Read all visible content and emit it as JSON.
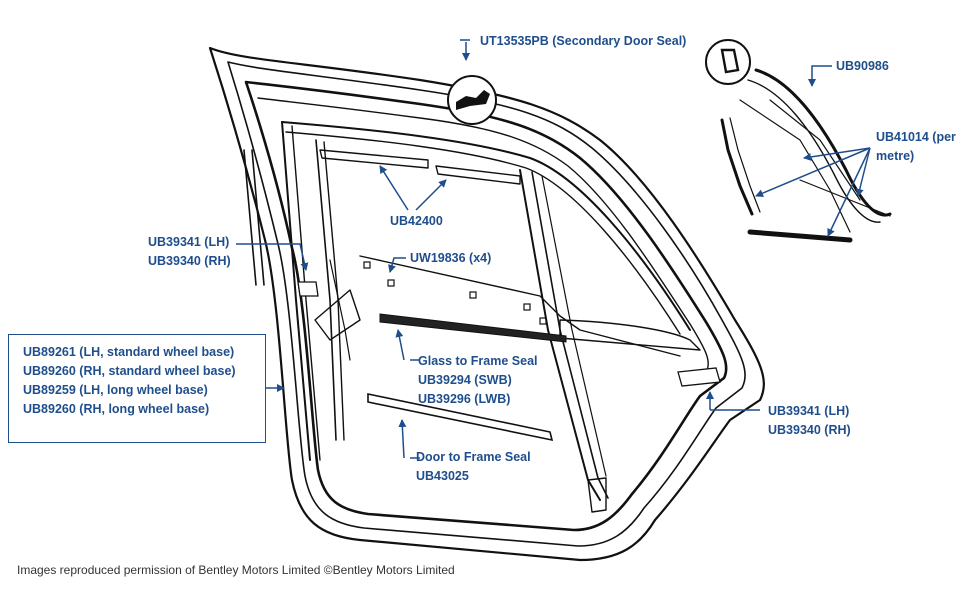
{
  "labels": {
    "secondary_seal": "UT13535PB (Secondary Door Seal)",
    "ub90986": "UB90986",
    "ub41014_line1": "UB41014 (per",
    "ub41014_line2": "metre)",
    "ub42400": "UB42400",
    "latch_left_1": "UB39341 (LH)",
    "latch_left_2": "UB39340 (RH)",
    "uw19836": "UW19836 (x4)",
    "glass_seal_1": "Glass to Frame Seal",
    "glass_seal_2": "UB39294 (SWB)",
    "glass_seal_3": "UB39296 (LWB)",
    "door_seal_1": "Door to Frame Seal",
    "door_seal_2": "UB43025",
    "latch_right_1": "UB39341 (LH)",
    "latch_right_2": "UB39340 (RH)",
    "box_line_1": "UB89261 (LH, standard wheel base)",
    "box_line_2": "UB89260 (RH, standard wheel base)",
    "box_line_3": "UB89259 (LH, long wheel base)",
    "box_line_4": "UB89260 (RH, long wheel base)"
  },
  "caption": "Images reproduced permission of Bentley Motors Limited ©Bentley Motors Limited",
  "colors": {
    "label": "#1f4e8c",
    "line_art": "#111111",
    "arrow": "#1f4e8c"
  }
}
